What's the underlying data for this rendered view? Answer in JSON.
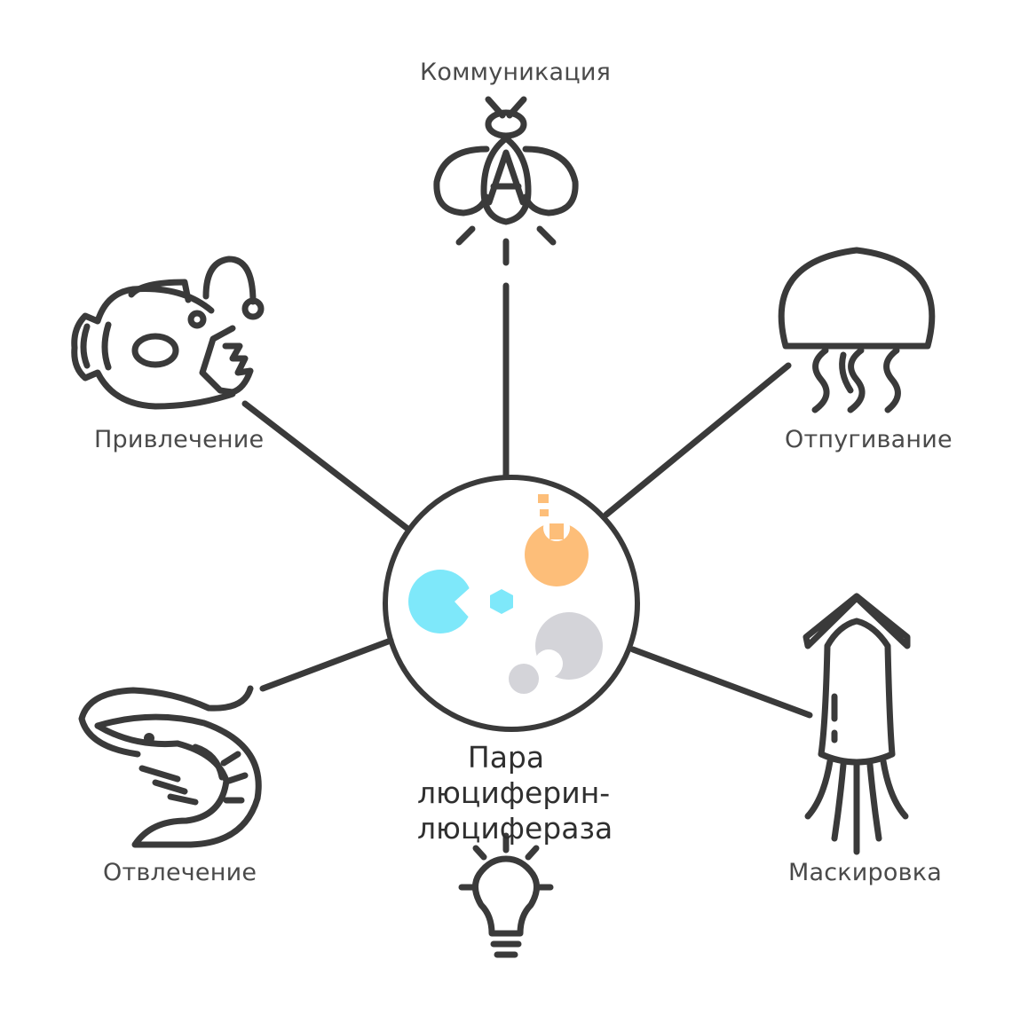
{
  "labels": {
    "top": "Коммуникация",
    "left_upper": "Привлечение",
    "right_upper": "Отпугивание",
    "left_lower": "Отвлечение",
    "right_lower": "Маскировка"
  },
  "center": {
    "line1": "Пара",
    "line2": "люциферин-",
    "line3": "люцифераза"
  },
  "colors": {
    "stroke": "#3a3a3a",
    "orange": "#fdbe79",
    "cyan": "#7ee8fa",
    "gray": "#d4d4d9"
  },
  "icons": {
    "top": "firefly-icon",
    "left_upper": "anglerfish-icon",
    "right_upper": "jellyfish-icon",
    "left_lower": "shrimp-icon",
    "right_lower": "squid-icon",
    "bottom": "lightbulb-icon"
  }
}
